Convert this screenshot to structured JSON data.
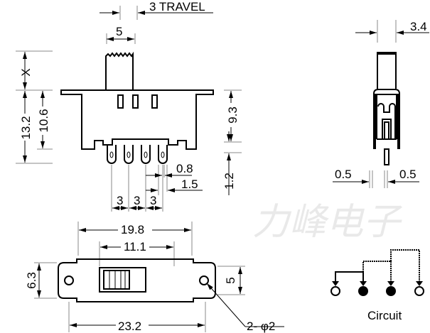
{
  "watermark": "力峰电子",
  "front_view": {
    "travel": "3 TRAVEL",
    "actuator_width": "5",
    "actuator_height": "X",
    "total_height": "13.2",
    "body_height": "10.6",
    "right_height": "9.3",
    "pin_offset": "1.2",
    "pin_thickness": "0.8",
    "pin_width": "1.5",
    "pitches": [
      "3",
      "3",
      "3"
    ]
  },
  "side_view": {
    "actuator_thickness": "3.4",
    "pin_left": "0.5",
    "pin_right": "0.5"
  },
  "bottom_view": {
    "inner_length": "19.8",
    "window_length": "11.1",
    "flange_height": "6.3",
    "body_width": "5",
    "total_length": "23.2",
    "holes": "2- φ2"
  },
  "circuit": {
    "label": "Circuit"
  }
}
